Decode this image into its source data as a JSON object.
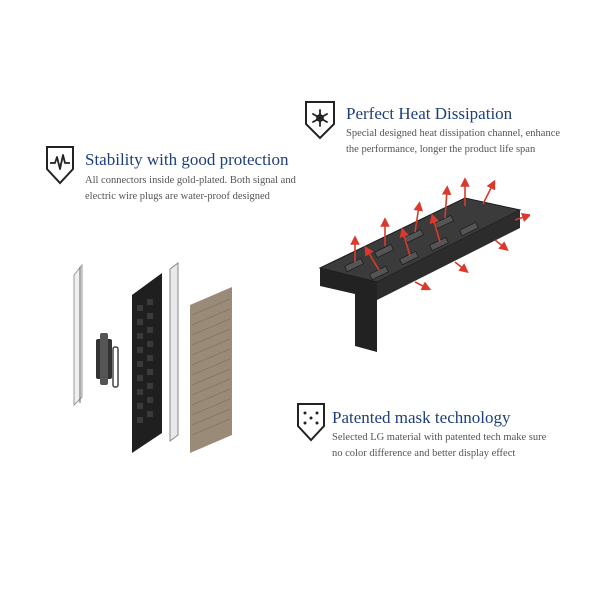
{
  "features": {
    "heat": {
      "title": "Perfect Heat Dissipation",
      "description": "Special designed heat dissipation channel, enhance the performance, longer the product life span",
      "icon": "snowflake-shield-icon"
    },
    "stability": {
      "title": "Stability with good protection",
      "description": "All connectors inside gold-plated. Both signal and electric wire plugs are water-proof designed",
      "icon": "pulse-shield-icon"
    },
    "mask": {
      "title": "Patented mask technology",
      "description": "Selected LG material with patented tech make sure no color difference and better display effect",
      "icon": "dots-shield-icon"
    }
  },
  "colors": {
    "title": "#1f3f7a",
    "text": "#555555",
    "icon": "#222222",
    "arrow": "#d93a2b",
    "metal": "#2a2a2a"
  }
}
